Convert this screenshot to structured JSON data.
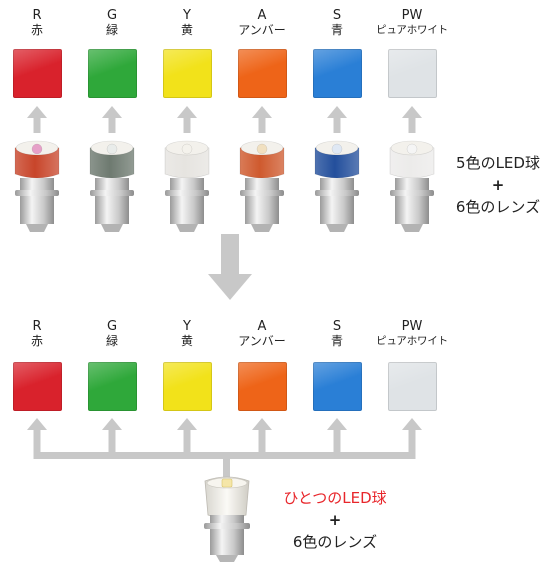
{
  "colors": [
    {
      "code": "R",
      "name": "赤",
      "hex": "#d9222c",
      "small": false
    },
    {
      "code": "G",
      "name": "緑",
      "hex": "#2fa83a",
      "small": false
    },
    {
      "code": "Y",
      "name": "黄",
      "hex": "#f2e21a",
      "small": false
    },
    {
      "code": "A",
      "name": "アンバー",
      "hex": "#ee6418",
      "small": false
    },
    {
      "code": "S",
      "name": "青",
      "hex": "#2a7fd6",
      "small": false
    },
    {
      "code": "PW",
      "name": "ピュアホワイト",
      "hex": "#dfe3e6",
      "small": true
    }
  ],
  "top_caption": {
    "line1": "5色のLED球",
    "line2": "+",
    "line3": "6色のレンズ"
  },
  "bottom_caption": {
    "line1": "ひとつのLED球",
    "line2": "+",
    "line3": "6色のレンズ",
    "highlight_color": "#e8262b"
  },
  "top_bulbs": [
    {
      "ring": "#c8452a",
      "led": "#e6a0c8"
    },
    {
      "ring": "#6e7a70",
      "led": "#e9ecea"
    },
    {
      "ring": "#e6e4e0",
      "led": "#f4f2ec"
    },
    {
      "ring": "#cf5a2e",
      "led": "#f1e0c0"
    },
    {
      "ring": "#234f9c",
      "led": "#dfe8f4"
    },
    {
      "ring": "#ecebea",
      "led": "#f5f5f5"
    }
  ],
  "arrow_color": "#c8c8c8"
}
